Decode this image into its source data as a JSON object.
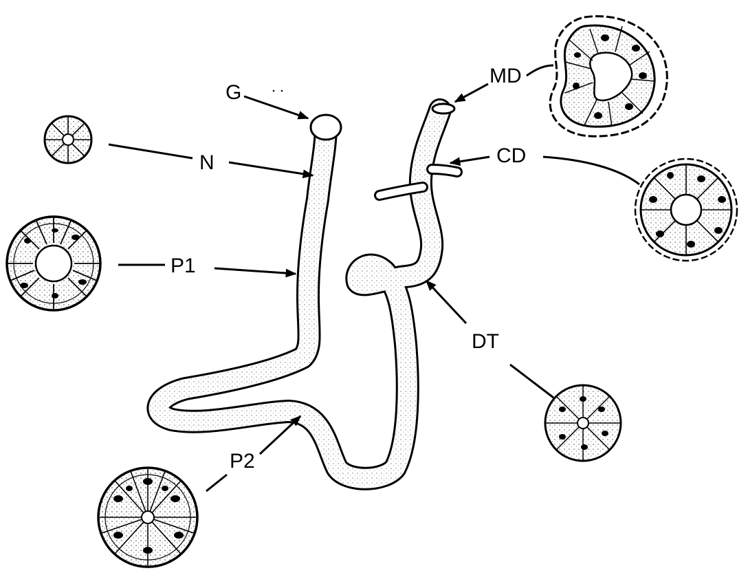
{
  "labels": {
    "g": "G",
    "n": "N",
    "p1": "P1",
    "p2": "P2",
    "md": "MD",
    "cd": "CD",
    "dt": "DT"
  },
  "colors": {
    "ink": "#000000",
    "background": "#ffffff"
  }
}
